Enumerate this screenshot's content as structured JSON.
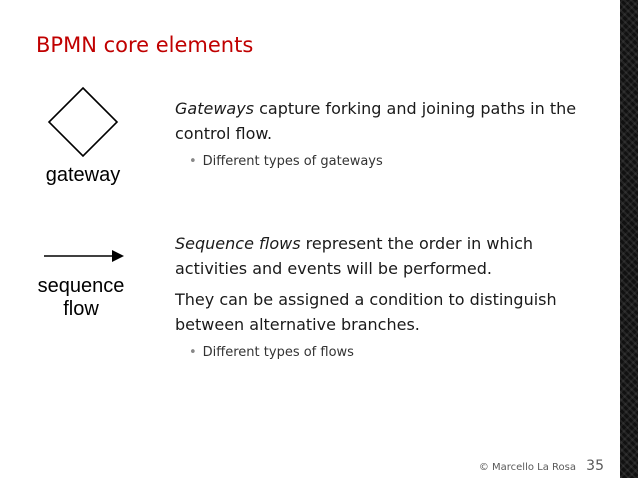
{
  "slide": {
    "title": "BPMN core elements",
    "accent_color": "#c00000"
  },
  "gateway": {
    "shape_label": "gateway",
    "icon": "diamond-icon",
    "lead_em": "Gateways",
    "lead_rest": " capture forking and joining paths in the control flow.",
    "bullet": "Different types of gateways"
  },
  "sequence_flow": {
    "shape_label_line1": "sequence",
    "shape_label_line2": "flow",
    "icon": "arrow-right-icon",
    "lead_em": "Sequence flows",
    "lead_rest": " represent the order in which activities and events will be performed.",
    "second_para": "They can be assigned a condition to distinguish between alternative branches.",
    "bullet": "Different types of flows"
  },
  "footer": {
    "credit": "© Marcello La Rosa",
    "page_number": "35"
  }
}
